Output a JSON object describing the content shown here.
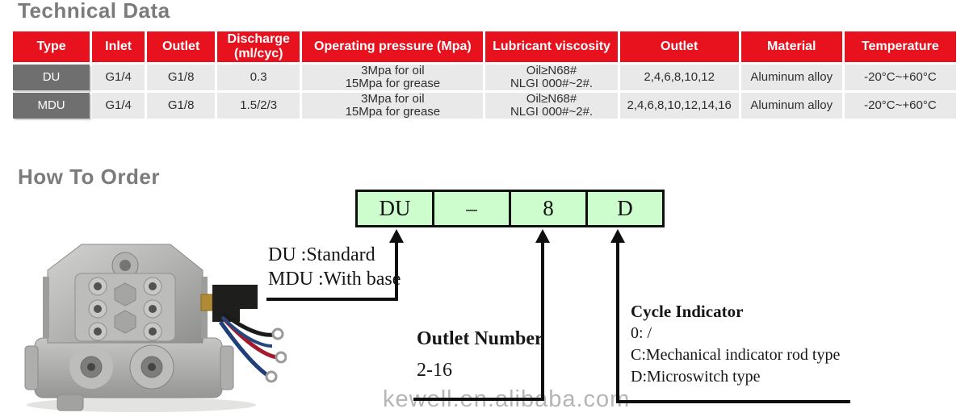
{
  "colors": {
    "header_red": "#e8111e",
    "type_cell_gray": "#6f6f6f",
    "data_cell_gray": "#e9e9e9",
    "heading_gray": "#7b7b7b",
    "order_box_green": "#cdfccd",
    "line_black": "#0f0f0f",
    "watermark_gray": "#b5b5b5"
  },
  "technical_data": {
    "heading": "Technical Data",
    "columns": [
      {
        "label": "Type"
      },
      {
        "label": "Inlet"
      },
      {
        "label": "Outlet"
      },
      {
        "label": "Discharge",
        "sub": "(ml/cyc)"
      },
      {
        "label": "Operating pressure (Mpa)"
      },
      {
        "label": "Lubricant viscosity"
      },
      {
        "label": "Outlet"
      },
      {
        "label": "Material"
      },
      {
        "label": "Temperature"
      }
    ],
    "rows": [
      {
        "type": "DU",
        "inlet": "G1/4",
        "outlet_size": "G1/8",
        "discharge": "0.3",
        "pressure": [
          "3Mpa for oil",
          "15Mpa for grease"
        ],
        "viscosity": [
          "Oil≥N68#",
          "NLGI 000#~2#."
        ],
        "outlets": "2,4,6,8,10,12",
        "material": "Aluminum alloy",
        "temperature": "-20°C~+60°C"
      },
      {
        "type": "MDU",
        "inlet": "G1/4",
        "outlet_size": "G1/8",
        "discharge": "1.5/2/3",
        "pressure": [
          "3Mpa for oil",
          "15Mpa for grease"
        ],
        "viscosity": [
          "Oil≥N68#",
          "NLGI 000#~2#."
        ],
        "outlets": "2,4,6,8,10,12,14,16",
        "material": "Aluminum alloy",
        "temperature": "-20°C~+60°C"
      }
    ]
  },
  "how_to_order": {
    "heading": "How To Order",
    "code": [
      "DU",
      "–",
      "8",
      "D"
    ],
    "type_annotation": {
      "line1": "DU :Standard",
      "line2": "MDU :With base"
    },
    "outlet_annotation": {
      "title": "Outlet Number",
      "value": "2-16"
    },
    "cycle_annotation": {
      "title": "Cycle Indicator",
      "line1": "0: /",
      "line2": "C:Mechanical indicator rod type",
      "line3": "D:Microswitch type"
    }
  },
  "watermark": "kewell.en.alibaba.com"
}
